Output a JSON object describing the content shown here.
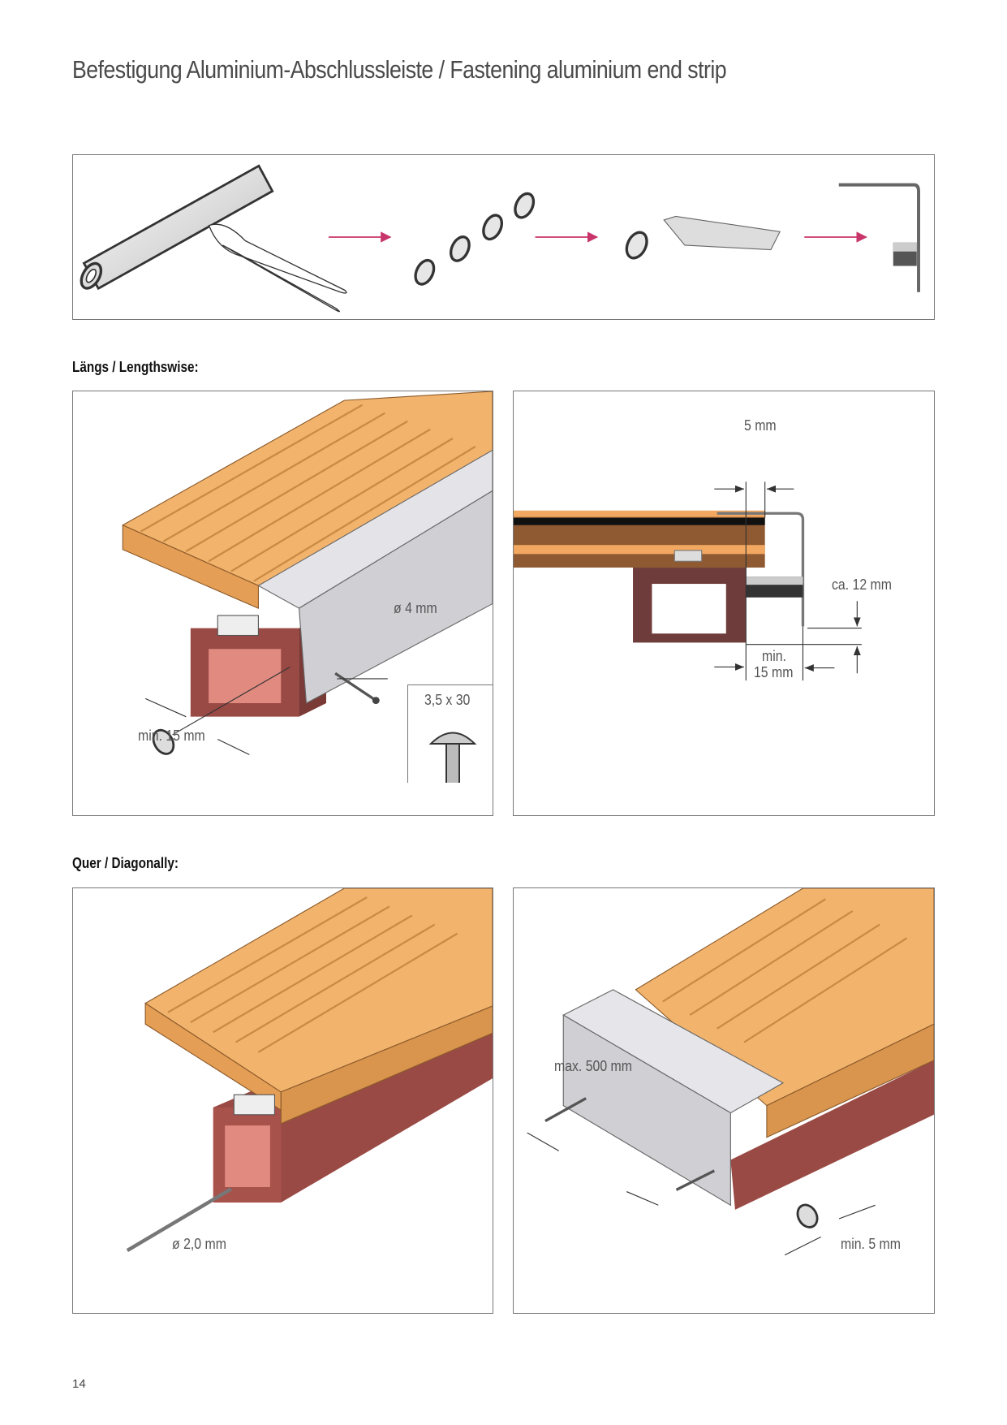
{
  "page": {
    "title": "Befestigung Aluminium-Abschlussleiste / Fastening aluminium end strip",
    "page_number": "14"
  },
  "sections": {
    "lengthwise": "Längs / Lengthswise:",
    "diagonal": "Quer / Diagonally:"
  },
  "labels": {
    "lengthwise_drill": "ø 4 mm",
    "lengthwise_spacer": "min. 15 mm",
    "screw_size": "3,5 x 30",
    "gap": "5 mm",
    "overhang": "ca. 12 mm",
    "min_line1": "min.",
    "min_line2": "15 mm",
    "diagonal_drill": "ø 2,0 mm",
    "max_spacing": "max. 500 mm",
    "min_spacer": "min. 5 mm"
  },
  "colors": {
    "arrow": "#c8356a",
    "deck": "#f2b36d",
    "beam": "#9a4a45",
    "aluminium": "#d9d9dd"
  }
}
